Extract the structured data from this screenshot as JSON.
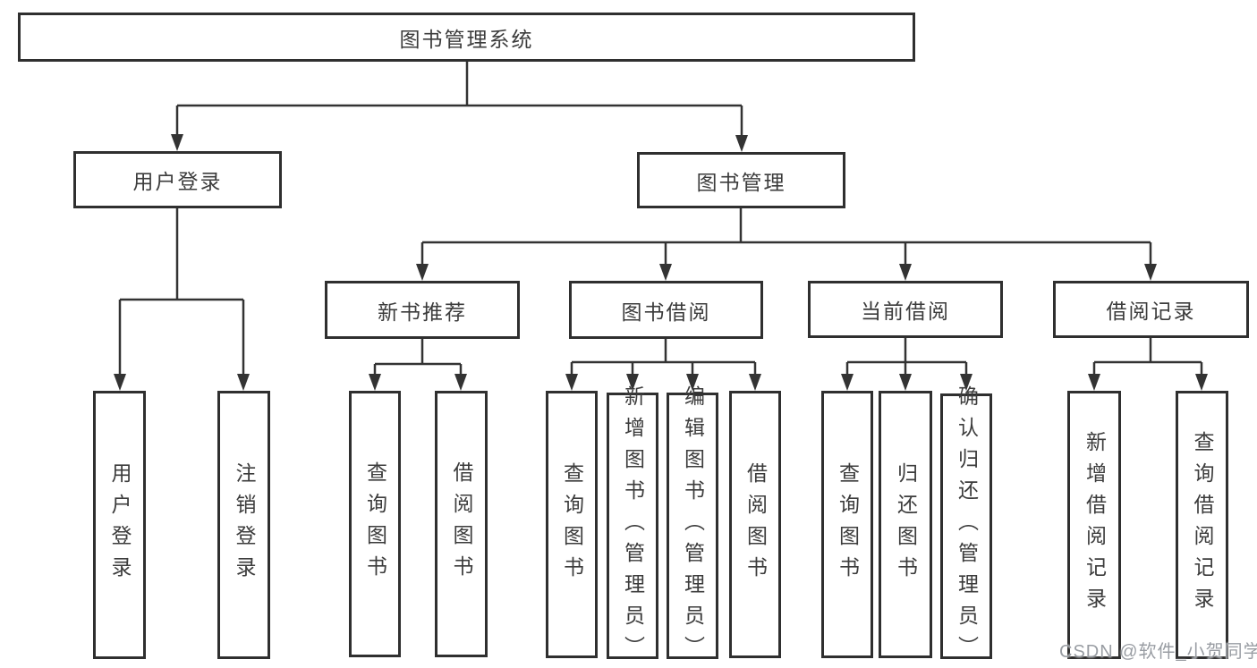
{
  "diagram": {
    "type": "tree-structure-diagram",
    "colors": {
      "line": "#333333",
      "box_border": "#2f2f2f",
      "text": "#3c3c3c",
      "background": "#ffffff",
      "watermark": "#94989e"
    },
    "watermark": "CSDN @软件_小贺同学",
    "tree": {
      "root": {
        "label": "图书管理系统",
        "children": [
          {
            "label": "用户登录",
            "children": [
              {
                "label": "用户登录"
              },
              {
                "label": "注销登录"
              }
            ]
          },
          {
            "label": "图书管理",
            "children": [
              {
                "label": "新书推荐",
                "children": [
                  {
                    "label": "查询图书"
                  },
                  {
                    "label": "借阅图书"
                  }
                ]
              },
              {
                "label": "图书借阅",
                "children": [
                  {
                    "label": "查询图书"
                  },
                  {
                    "label": "新增图书（管理员）"
                  },
                  {
                    "label": "编辑图书（管理员）"
                  },
                  {
                    "label": "借阅图书"
                  }
                ]
              },
              {
                "label": "当前借阅",
                "children": [
                  {
                    "label": "查询图书"
                  },
                  {
                    "label": "归还图书"
                  },
                  {
                    "label": "确认归还（管理员）"
                  }
                ]
              },
              {
                "label": "借阅记录",
                "children": [
                  {
                    "label": "新增借阅记录"
                  },
                  {
                    "label": "查询借阅记录"
                  }
                ]
              }
            ]
          }
        ]
      }
    }
  }
}
